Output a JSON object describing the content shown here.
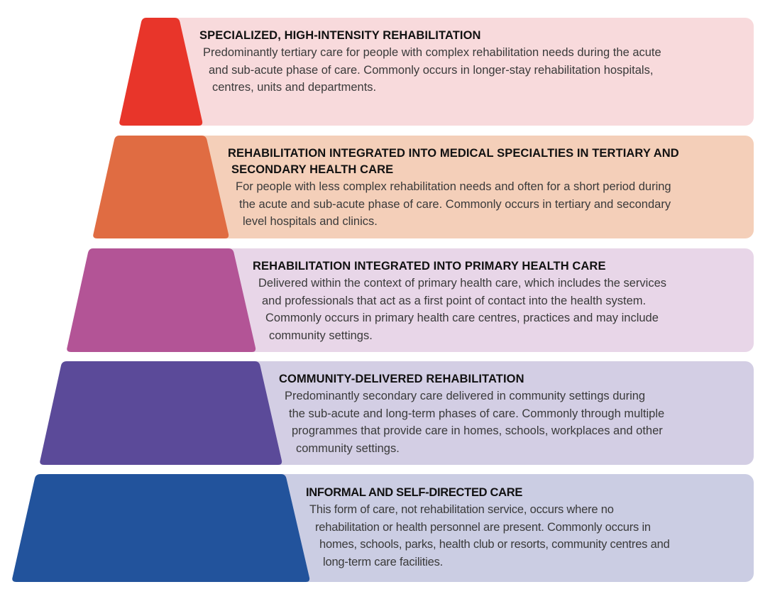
{
  "diagram": {
    "type": "pyramid",
    "tiers": [
      {
        "title_lines": [
          "SPECIALIZED, HIGH-INTENSITY REHABILITATION"
        ],
        "body_lines": [
          "Predominantly tertiary care for people with complex rehabilitation needs during the acute",
          "and sub-acute phase of care. Commonly occurs in longer-stay rehabilitation hospitals,",
          "centres, units and departments."
        ],
        "color": "#E8352A",
        "panel_color": "#F8DADC"
      },
      {
        "title_lines": [
          "REHABILITATION INTEGRATED INTO MEDICAL SPECIALTIES IN TERTIARY AND",
          "SECONDARY HEALTH CARE"
        ],
        "body_lines": [
          "For people with less complex rehabilitation needs and often for a short period during",
          "the acute and sub-acute phase of care. Commonly occurs in tertiary and secondary",
          "level hospitals and clinics."
        ],
        "color": "#E06C42",
        "panel_color": "#F4CFB9"
      },
      {
        "title_lines": [
          "REHABILITATION INTEGRATED INTO PRIMARY HEALTH CARE"
        ],
        "body_lines": [
          "Delivered within the context of primary health care, which includes the services",
          "and professionals that act as a first point of contact into the health system.",
          "Commonly occurs in primary health care centres, practices and may include",
          "community settings."
        ],
        "color": "#B35496",
        "panel_color": "#E8D6E8"
      },
      {
        "title_lines": [
          "COMMUNITY-DELIVERED REHABILITATION"
        ],
        "body_lines": [
          "Predominantly secondary care delivered in community settings during",
          "the sub-acute and long-term phases of care. Commonly through multiple",
          "programmes that provide care in homes, schools, workplaces and other",
          "community settings."
        ],
        "color": "#5B4A99",
        "panel_color": "#D3CEE4"
      },
      {
        "title_lines": [
          "INFORMAL AND SELF-DIRECTED CARE"
        ],
        "body_lines": [
          "This form of care, not rehabilitation service, occurs where no",
          "rehabilitation or health personnel are present.  Commonly occurs in",
          "homes, schools, parks, health club or resorts, community centres and",
          "long-term care facilities."
        ],
        "color": "#22539C",
        "panel_color": "#CBCDE3"
      }
    ]
  }
}
